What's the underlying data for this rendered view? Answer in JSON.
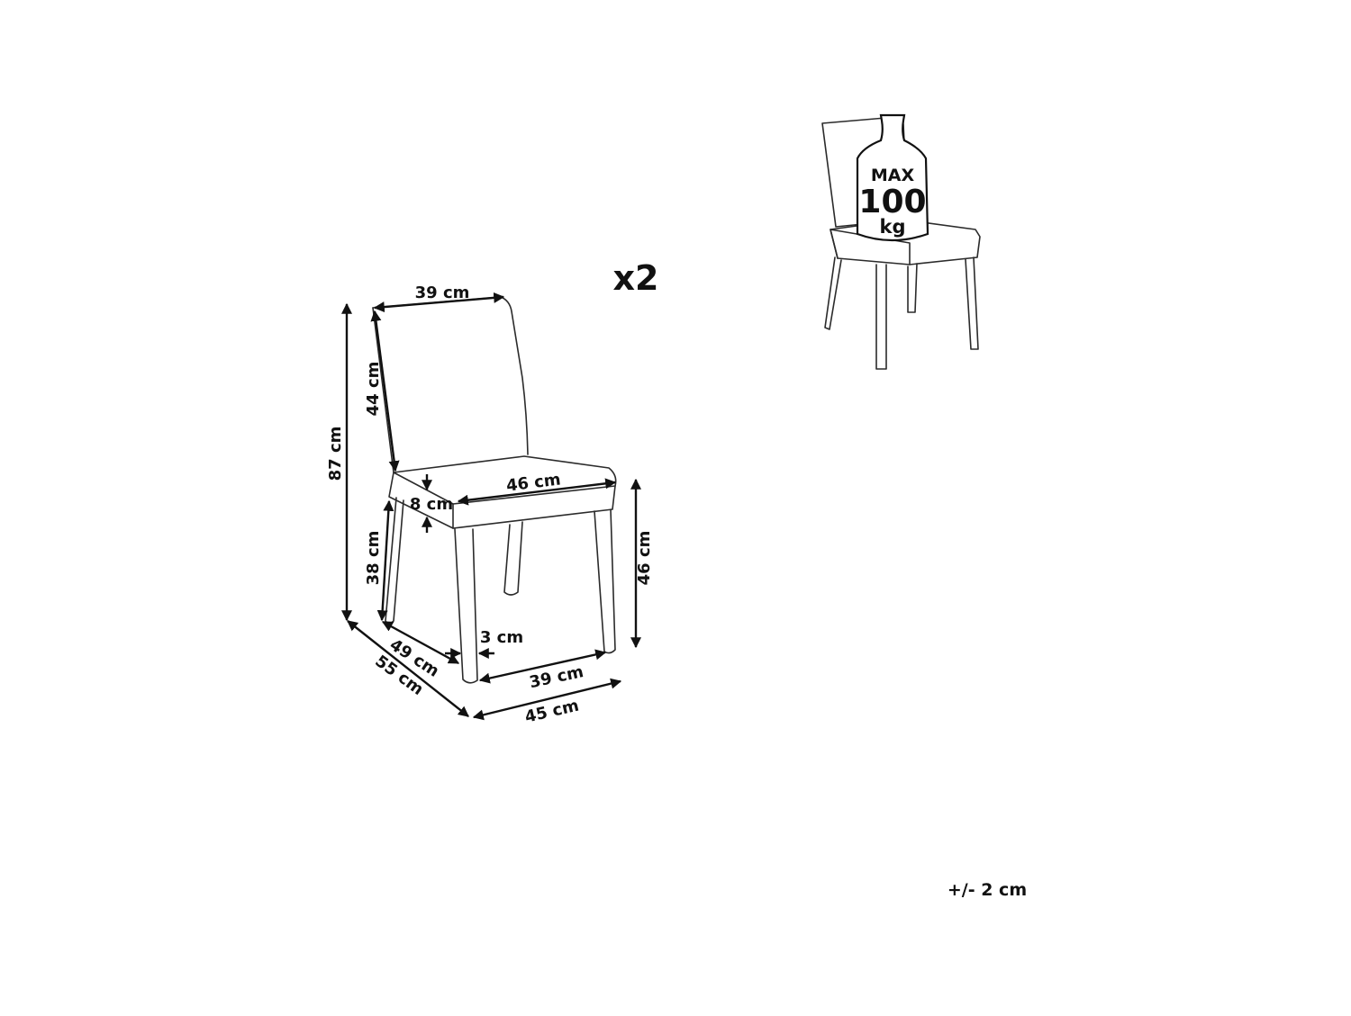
{
  "multiplier": "x2",
  "tolerance": "+/- 2 cm",
  "max_load": {
    "line1": "MAX",
    "line2": "100",
    "line3": "kg"
  },
  "dimensions": {
    "backrest_width": "39 cm",
    "backrest_height": "44 cm",
    "total_height": "87 cm",
    "seat_width": "46 cm",
    "seat_thickness": "8 cm",
    "leg_height": "38 cm",
    "seat_height": "46 cm",
    "leg_thickness": "3 cm",
    "inner_depth": "49 cm",
    "outer_depth": "55 cm",
    "inner_width": "39 cm",
    "outer_width": "45 cm"
  }
}
